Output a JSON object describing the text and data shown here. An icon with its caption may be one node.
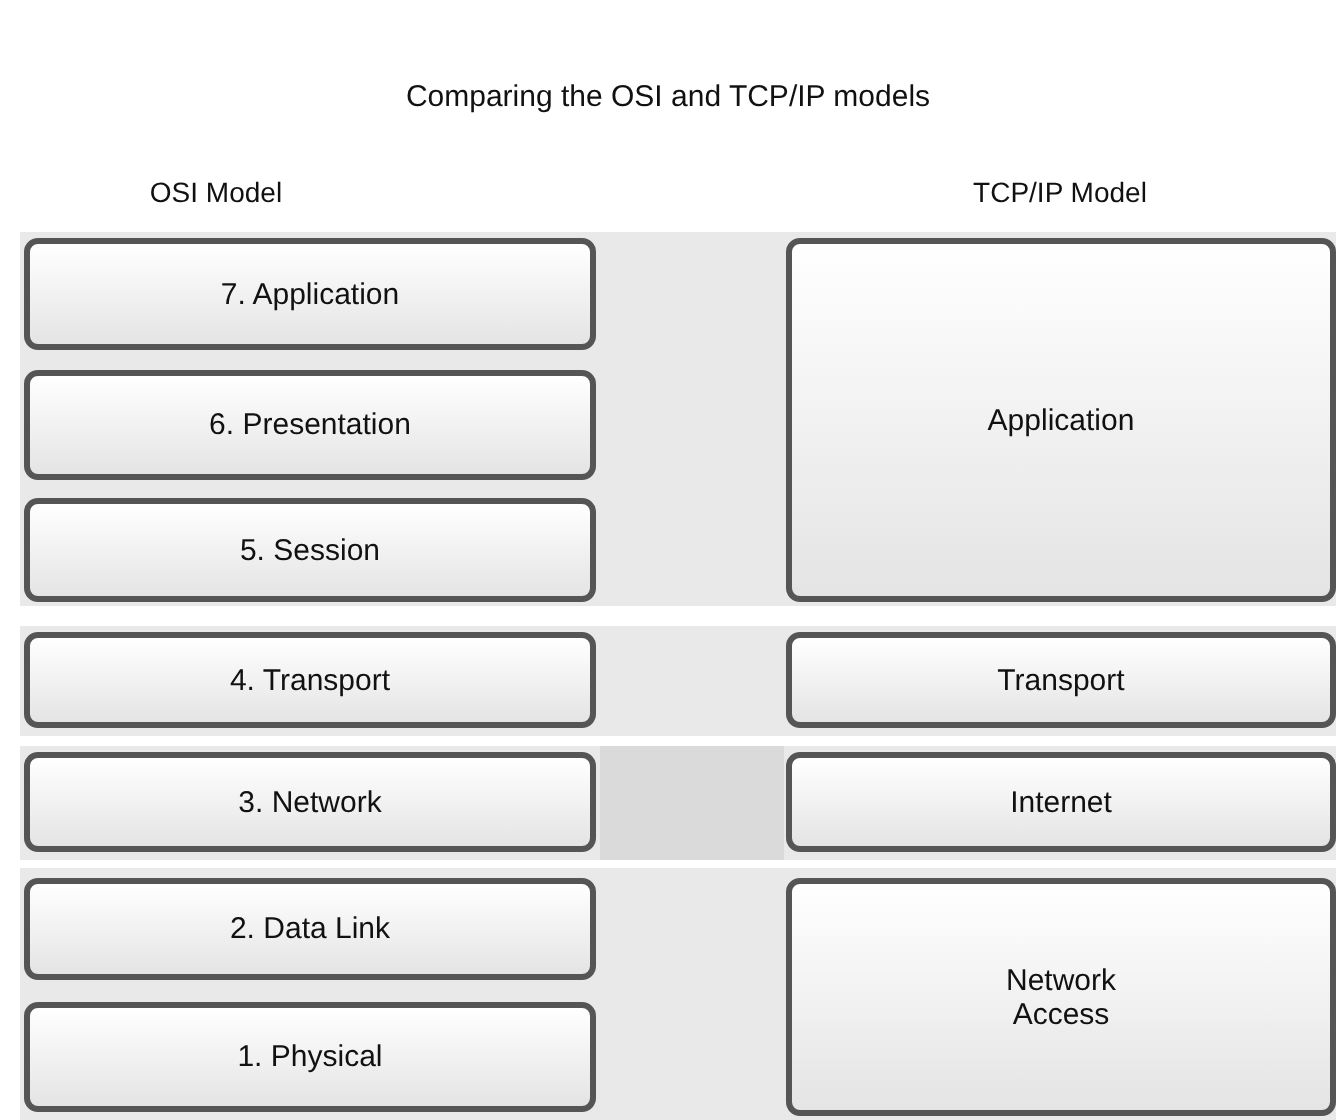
{
  "diagram": {
    "title": "Comparing the OSI and TCP/IP models",
    "nodes": [
      {
        "text": [
          "7. Application"
        ]
      },
      {
        "text": [
          "Application"
        ]
      },
      {
        "text": [
          "6. Presentation"
        ]
      },
      {
        "text": [
          "5. Session"
        ]
      },
      {
        "text": [
          "4. Transport"
        ]
      },
      {
        "text": [
          "Transport"
        ]
      },
      {
        "text": [
          "3. Network"
        ]
      },
      {
        "text": [
          "Internet"
        ]
      },
      {
        "text": [
          "2. Data Link"
        ]
      },
      {
        "text": [
          "Network Access"
        ]
      },
      {
        "text": [
          "1. Physical"
        ]
      }
    ],
    "labels": [
      "OSI Model",
      "TCP/IP Model"
    ]
  }
}
